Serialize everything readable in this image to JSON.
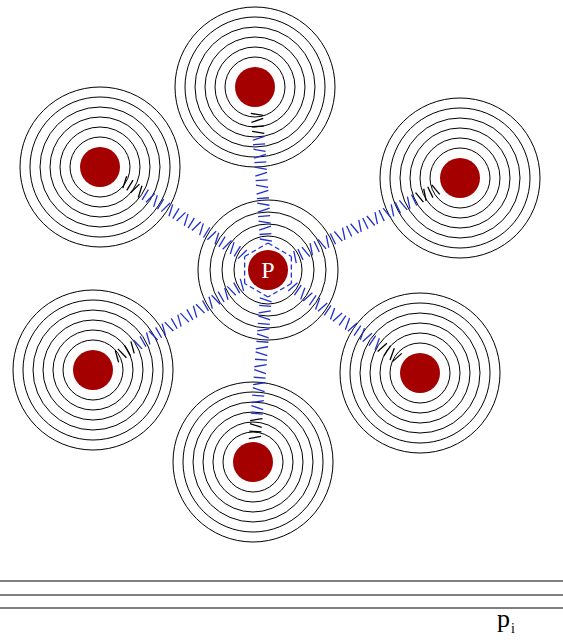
{
  "diagram": {
    "nodes": [
      {
        "text": [
          "P"
        ]
      }
    ],
    "labels": [
      "p",
      "i"
    ]
  }
}
